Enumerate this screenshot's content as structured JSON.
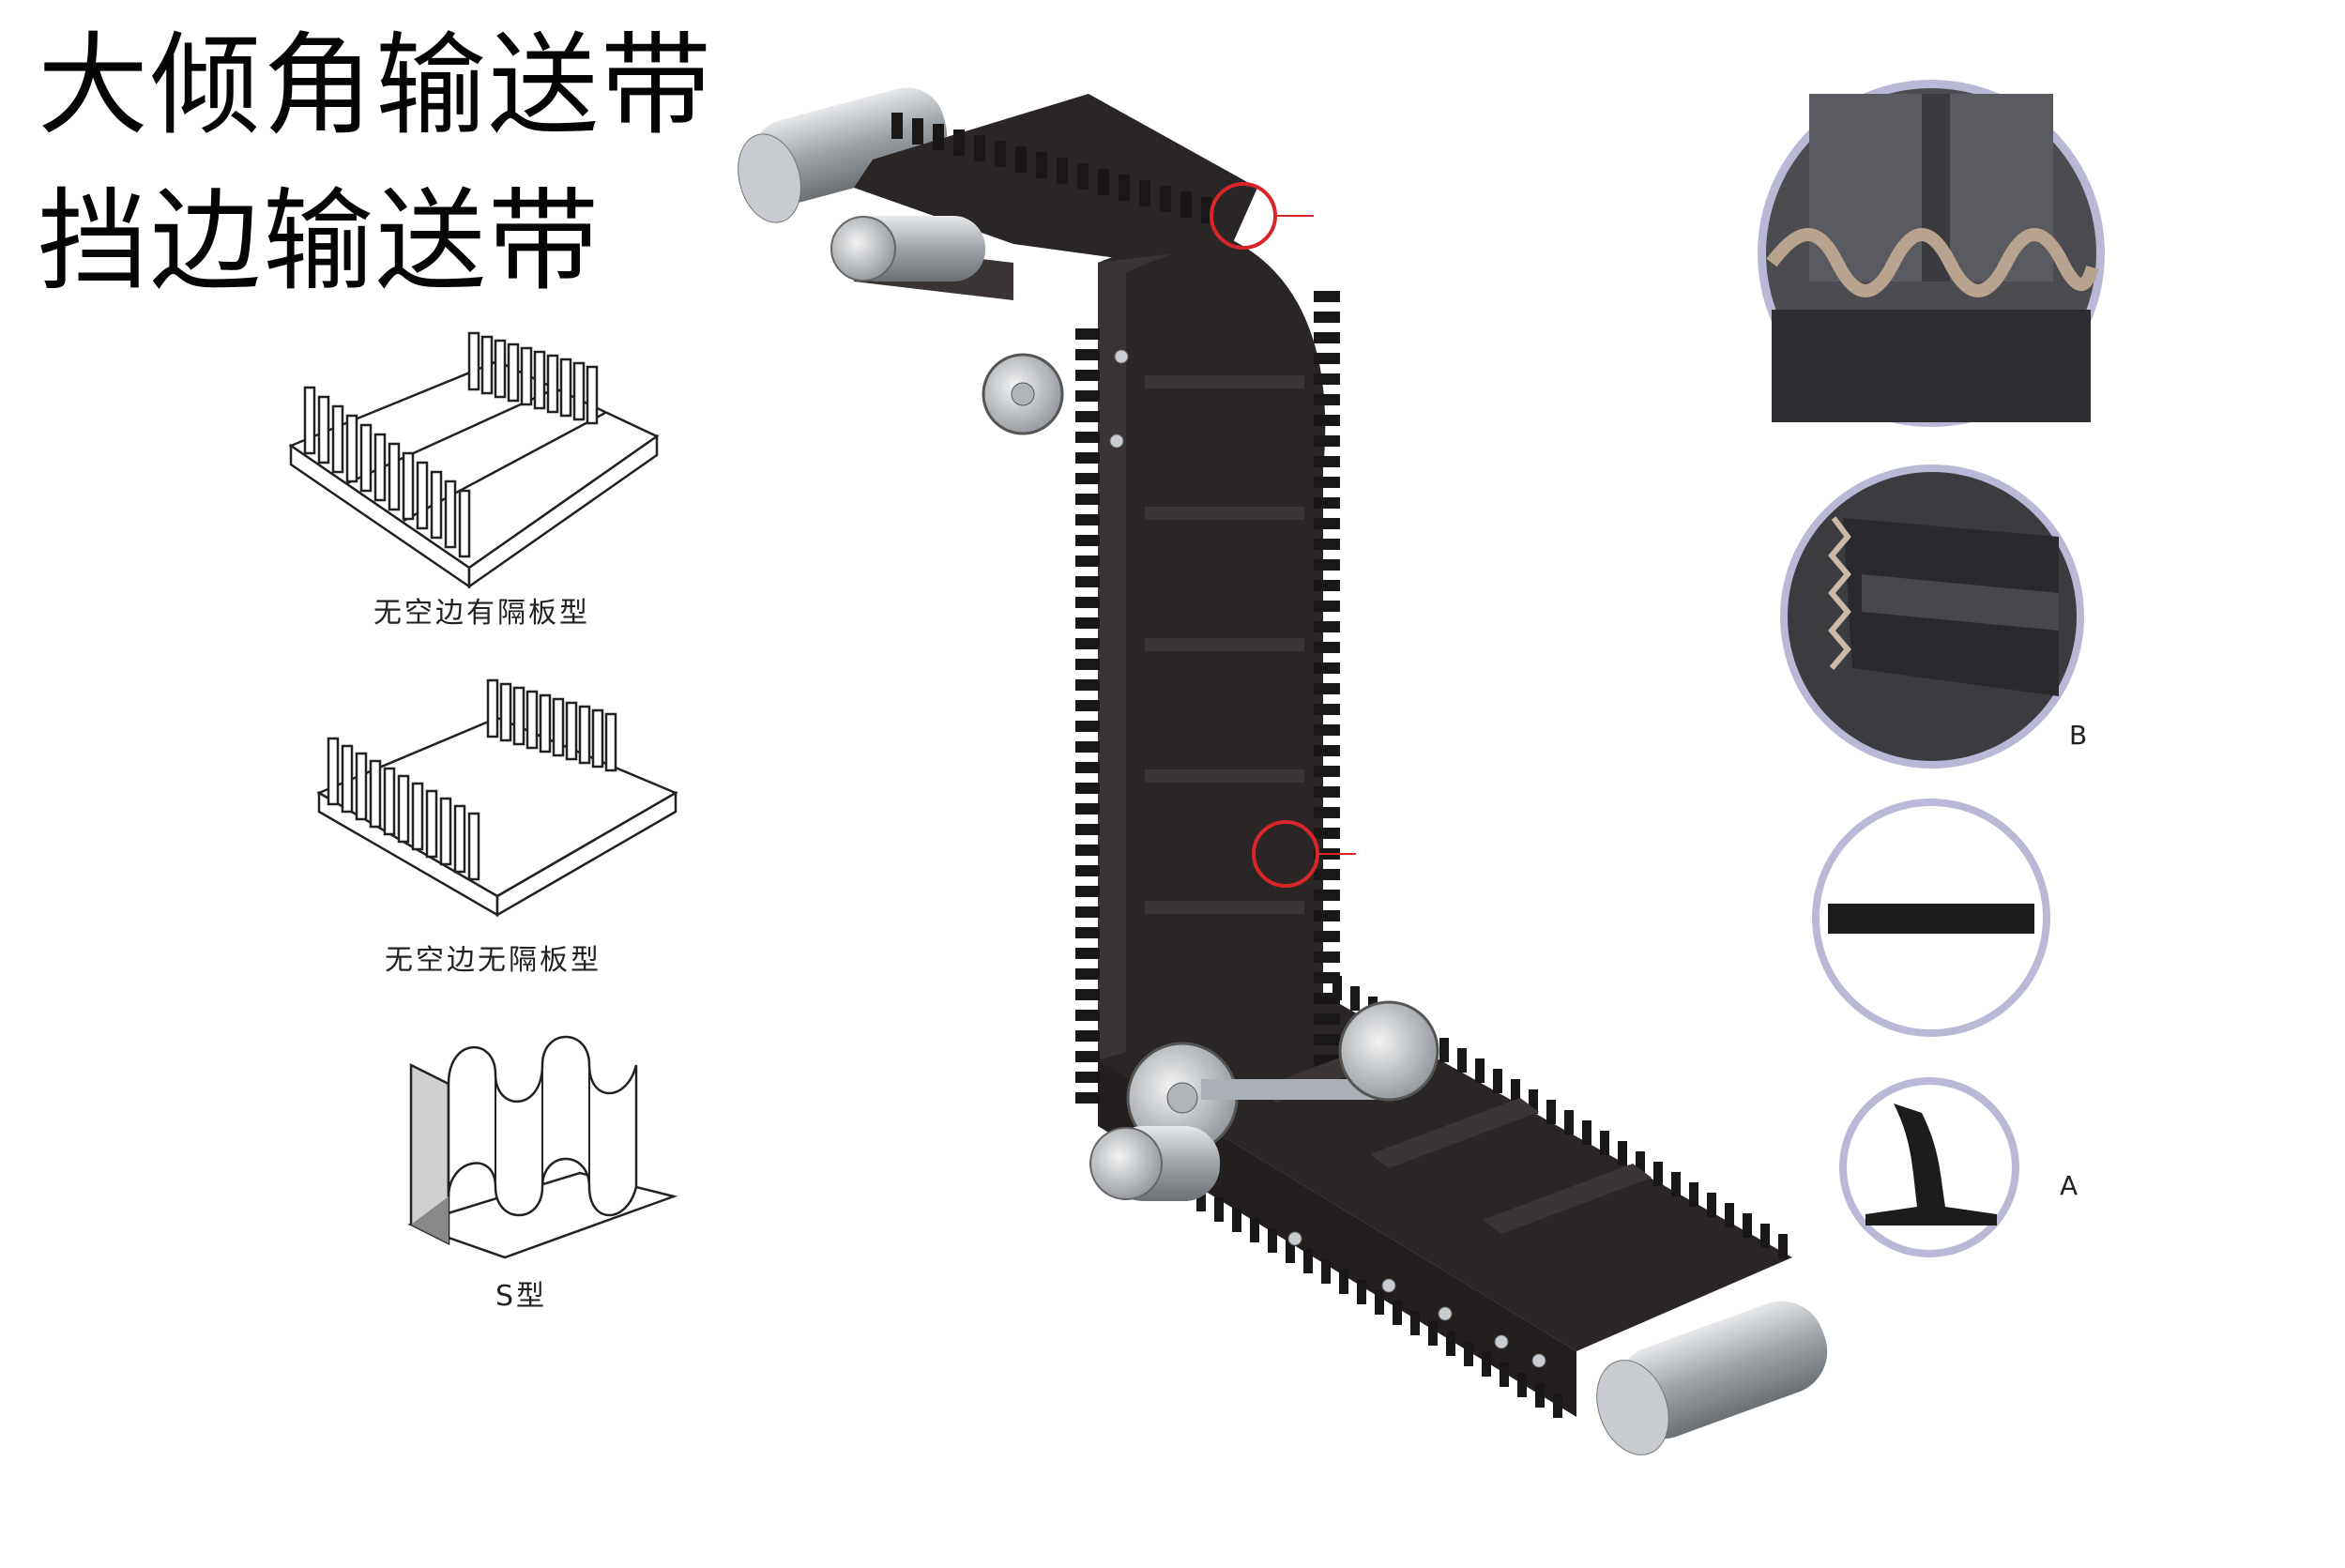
{
  "titles": {
    "line1": "大倾角输送带",
    "line2": "挡边输送带"
  },
  "diagrams": [
    {
      "caption": "无空边有隔板型",
      "icon": "sidewall-cleat-belt-icon"
    },
    {
      "caption": "无空边无隔板型",
      "icon": "sidewall-belt-icon"
    },
    {
      "caption": "S型",
      "icon": "s-sidewall-icon"
    }
  ],
  "details": [
    {
      "letter": "",
      "icon": "corrugated-sidewall-icon"
    },
    {
      "letter": "B",
      "icon": "sidewall-cleat-detail-icon"
    },
    {
      "letter": "",
      "icon": "cleat-bar-icon"
    },
    {
      "letter": "A",
      "icon": "t-cleat-profile-icon"
    }
  ],
  "colors": {
    "belt": "#2b2626",
    "highlight": "#d8252a",
    "ring": "#b9b8d6",
    "roller": "#9aa0a6"
  }
}
